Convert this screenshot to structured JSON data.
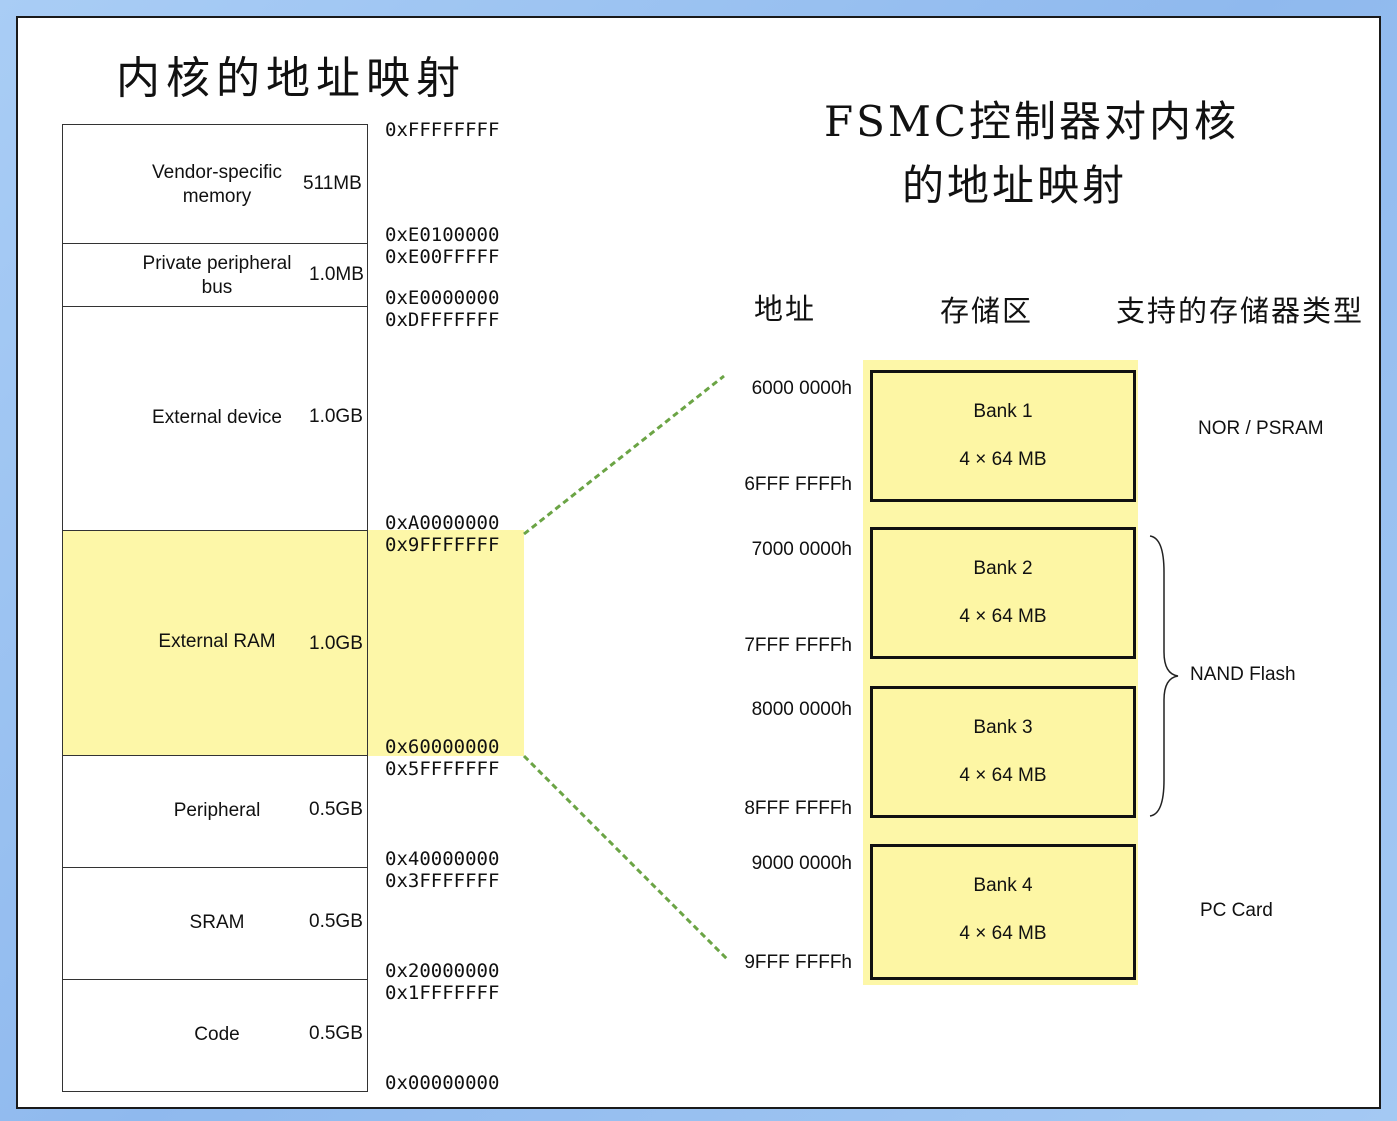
{
  "left_title": "内核的地址映射",
  "right_title_line1": "FSMC控制器对内核",
  "right_title_line2": "的地址映射",
  "memory_regions": [
    {
      "name": "Vendor-specific memory",
      "size": "511MB"
    },
    {
      "name": "Private peripheral bus",
      "size": "1.0MB"
    },
    {
      "name": "External device",
      "size": "1.0GB"
    },
    {
      "name": "External RAM",
      "size": "1.0GB"
    },
    {
      "name": "Peripheral",
      "size": "0.5GB"
    },
    {
      "name": "SRAM",
      "size": "0.5GB"
    },
    {
      "name": "Code",
      "size": "0.5GB"
    }
  ],
  "core_addresses": [
    "0xFFFFFFFF",
    "0xE0100000",
    "0xE00FFFFF",
    "0xE0000000",
    "0xDFFFFFFF",
    "0xA0000000",
    "0x9FFFFFFF",
    "0x60000000",
    "0x5FFFFFFF",
    "0x40000000",
    "0x3FFFFFFF",
    "0x20000000",
    "0x1FFFFFFF",
    "0x00000000"
  ],
  "column_headers": {
    "address": "地址",
    "bank": "存储区",
    "type": "支持的存储器类型"
  },
  "banks": [
    {
      "name": "Bank 1",
      "size": "4 × 64 MB",
      "start": "6000 0000h",
      "end": "6FFF FFFFh"
    },
    {
      "name": "Bank 2",
      "size": "4 × 64 MB",
      "start": "7000 0000h",
      "end": "7FFF FFFFh"
    },
    {
      "name": "Bank 3",
      "size": "4 × 64 MB",
      "start": "8000 0000h",
      "end": "8FFF FFFFh"
    },
    {
      "name": "Bank 4",
      "size": "4 × 64 MB",
      "start": "9000 0000h",
      "end": "9FFF FFFFh"
    }
  ],
  "memory_types": {
    "bank1": "NOR / PSRAM",
    "bank23": "NAND Flash",
    "bank4": "PC Card"
  },
  "colors": {
    "highlight": "#fdf7a8",
    "bank_fill": "#fdf6a4",
    "dashed_line": "#6ba445",
    "background": "#9dc4f1"
  }
}
